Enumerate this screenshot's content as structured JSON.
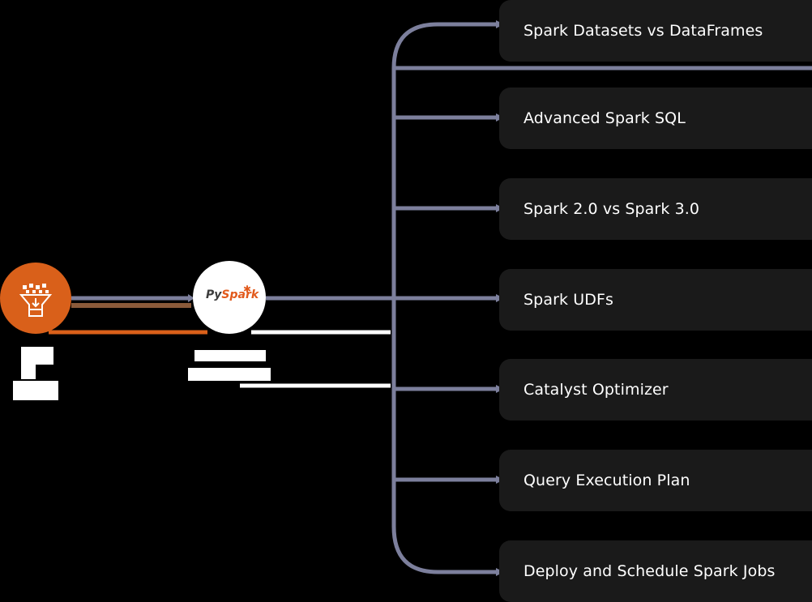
{
  "diagram": {
    "source_node": {
      "icon": "funnel-download-icon",
      "color": "#d9601a",
      "label": ""
    },
    "pyspark_node": {
      "logo_prefix": "Py",
      "logo_suffix": "Spark",
      "logo_color": "#e25a1c",
      "label": ""
    },
    "topics": [
      {
        "label": "Spark Datasets vs DataFrames"
      },
      {
        "label": "Advanced Spark SQL"
      },
      {
        "label": "Spark 2.0 vs Spark 3.0"
      },
      {
        "label": "Spark UDFs"
      },
      {
        "label": "Catalyst Optimizer"
      },
      {
        "label": "Query Execution Plan"
      },
      {
        "label": "Deploy and Schedule Spark Jobs"
      }
    ],
    "colors": {
      "connector": "#7c7f9c",
      "accent_orange": "#d9601a",
      "box_background": "#1a1a1a"
    }
  }
}
